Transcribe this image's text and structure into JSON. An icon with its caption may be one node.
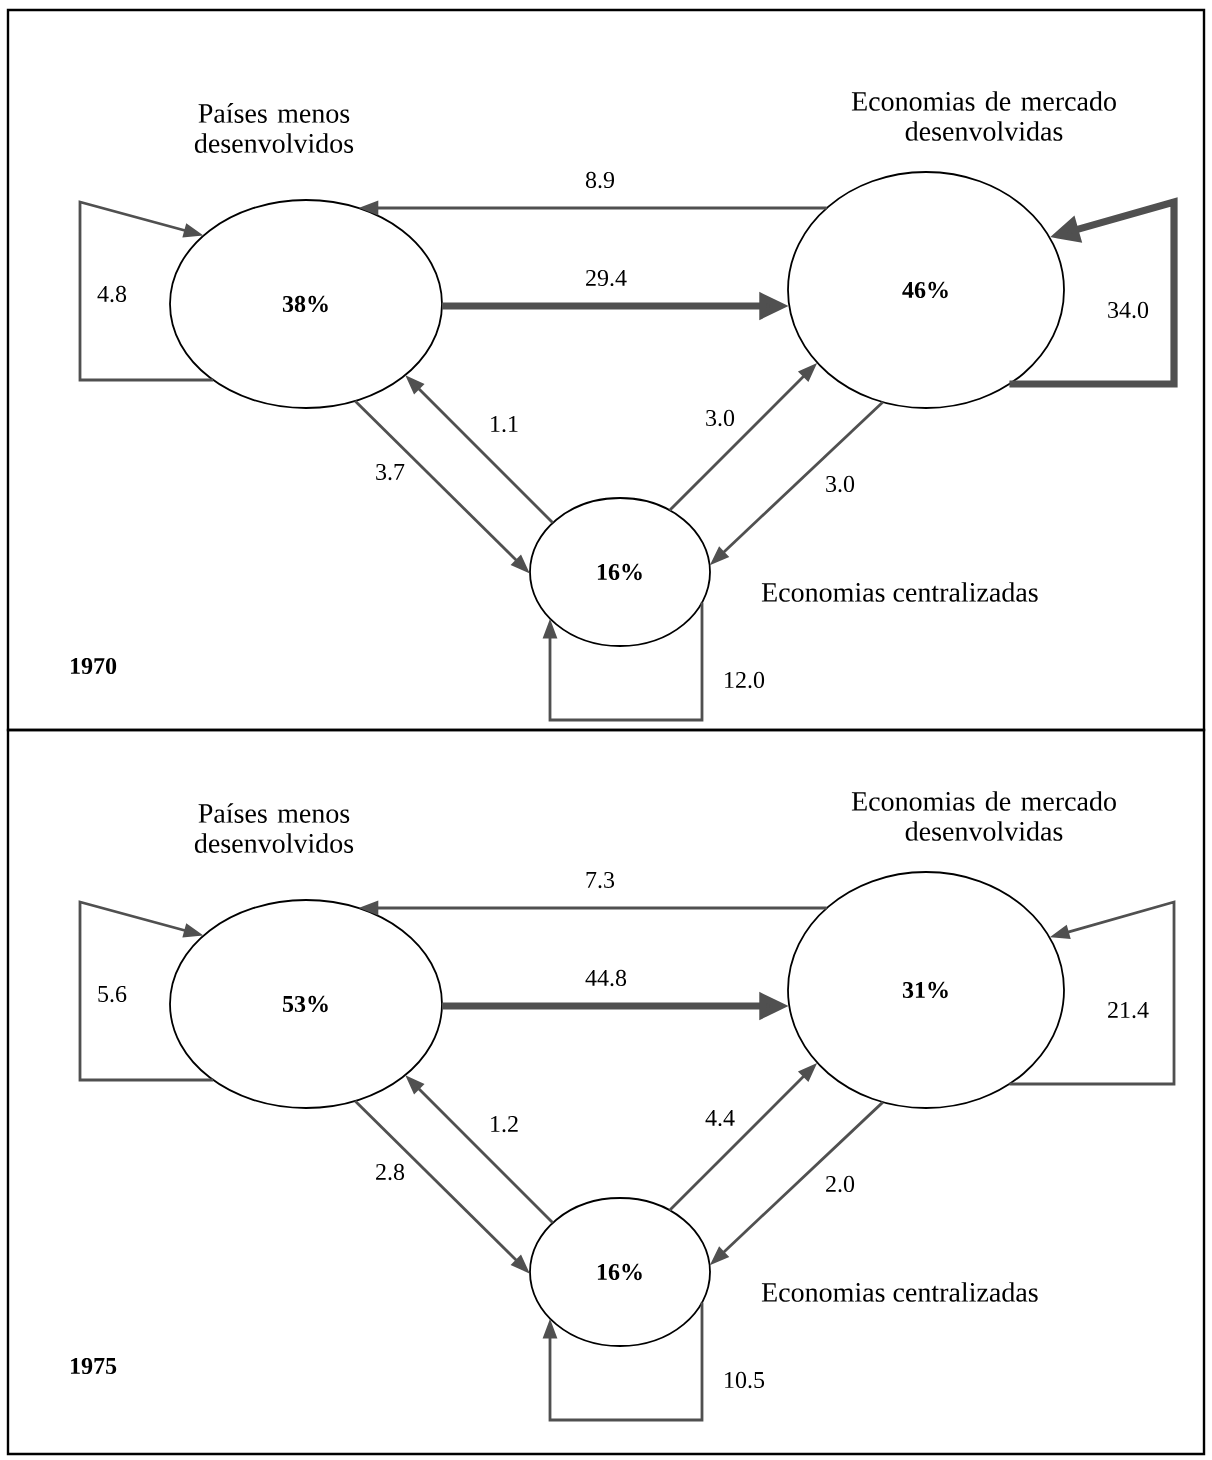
{
  "diagram": {
    "nodes": [
      {
        "text": [
          "1970"
        ]
      },
      {
        "text": [
          "Países menos desenvolvidos",
          "38%"
        ],
        "in": 0
      },
      {
        "text": [
          "Economias de mercado desenvolvidas",
          "46%"
        ],
        "in": 0
      },
      {
        "text": [
          "16%",
          "Economias centralizadas"
        ],
        "in": 0
      },
      {
        "text": [
          "1975"
        ]
      },
      {
        "text": [
          "Países menos desenvolvidos",
          "53%"
        ],
        "in": 4
      },
      {
        "text": [
          "Economias de mercado desenvolvidas",
          "31%"
        ],
        "in": 4
      },
      {
        "text": [
          "16%",
          "Economias centralizadas"
        ],
        "in": 4
      }
    ],
    "edges": [
      {
        "from": 2,
        "to": 1,
        "arrow": "to",
        "label": "8.9"
      },
      {
        "from": 1,
        "to": 2,
        "arrow": "to",
        "label": "29.4",
        "style": "thick"
      },
      {
        "from": 1,
        "to": 1,
        "arrow": "to",
        "label": "4.8"
      },
      {
        "from": 2,
        "to": 2,
        "arrow": "to",
        "label": "34.0",
        "style": "thick"
      },
      {
        "from": 3,
        "to": 1,
        "arrow": "to",
        "label": "1.1"
      },
      {
        "from": 1,
        "to": 3,
        "arrow": "to",
        "label": "3.7"
      },
      {
        "from": 3,
        "to": 2,
        "arrow": "to",
        "label": "3.0"
      },
      {
        "from": 2,
        "to": 3,
        "arrow": "to",
        "label": "3.0"
      },
      {
        "from": 3,
        "to": 3,
        "arrow": "to",
        "label": "12.0"
      },
      {
        "from": 6,
        "to": 5,
        "arrow": "to",
        "label": "7.3"
      },
      {
        "from": 5,
        "to": 6,
        "arrow": "to",
        "label": "44.8",
        "style": "thick"
      },
      {
        "from": 5,
        "to": 5,
        "arrow": "to",
        "label": "5.6"
      },
      {
        "from": 6,
        "to": 6,
        "arrow": "to",
        "label": "21.4"
      },
      {
        "from": 7,
        "to": 5,
        "arrow": "to",
        "label": "1.2"
      },
      {
        "from": 5,
        "to": 7,
        "arrow": "to",
        "label": "2.8"
      },
      {
        "from": 7,
        "to": 6,
        "arrow": "to",
        "label": "4.4"
      },
      {
        "from": 6,
        "to": 7,
        "arrow": "to",
        "label": "2.0"
      },
      {
        "from": 7,
        "to": 7,
        "arrow": "to",
        "label": "10.5"
      }
    ]
  }
}
